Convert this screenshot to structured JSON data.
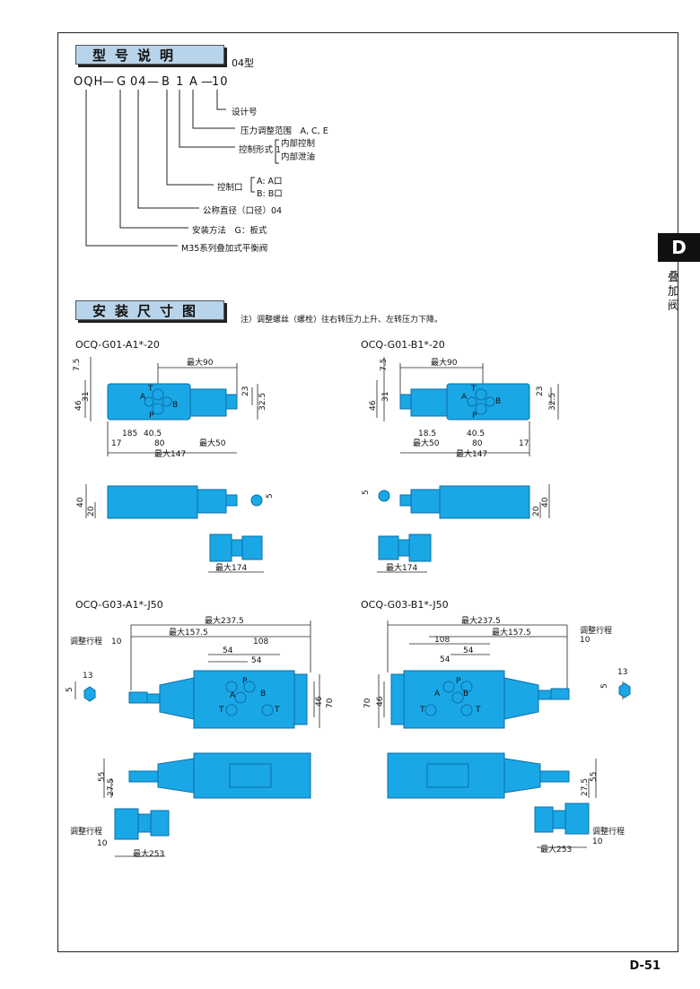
{
  "page": {
    "side_tab_letter": "D",
    "side_tab_text": "叠加阀",
    "page_number": "D-51"
  },
  "model": {
    "heading": "型号说明",
    "subtitle": "04型",
    "code_parts": [
      "OQH",
      "G",
      "04",
      "B",
      "1",
      "A",
      "10"
    ],
    "descriptions": [
      {
        "label": "设计号"
      },
      {
        "label": "压力调整范围　A, C, E"
      },
      {
        "label": "控制形式 1",
        "sub": [
          "内部控制",
          "内部泄油"
        ]
      },
      {
        "label": "控制口",
        "sub": [
          "A: A口",
          "B: B口"
        ]
      },
      {
        "label": "公称直径（口径）04"
      },
      {
        "label": "安装方法　G：板式"
      },
      {
        "label": "M35系列叠加式平衡阀"
      }
    ]
  },
  "install": {
    "heading": "安装尺寸图",
    "note": "注）调整螺丝（螺栓）往右转压力上升、左转压力下降。",
    "drawings": [
      {
        "title": "OCQ-G01-A1*-20",
        "dims": [
          "最大90",
          "7.5",
          "46",
          "31",
          "23",
          "32.5",
          "185",
          "40.5",
          "80",
          "最大50",
          "17",
          "最大147",
          "40",
          "20",
          "5",
          "最大174"
        ]
      },
      {
        "title": "OCQ-G01-B1*-20",
        "dims": [
          "最大90",
          "7.5",
          "46",
          "31",
          "23",
          "32.5",
          "18.5",
          "40.5",
          "最大50",
          "80",
          "17",
          "最大147",
          "5",
          "20",
          "40",
          "最大174"
        ]
      },
      {
        "title": "OCQ-G03-A1*-J50",
        "dims": [
          "最大237.5",
          "最大157.5",
          "调整行程",
          "10",
          "54",
          "108",
          "54",
          "13",
          "5",
          "46",
          "70",
          "55",
          "27.5",
          "最大253"
        ]
      },
      {
        "title": "OCQ-G03-B1*-J50",
        "dims": [
          "最大237.5",
          "最大157.5",
          "调整行程",
          "10",
          "108",
          "54",
          "54",
          "70",
          "46",
          "13",
          "5",
          "27.5",
          "55",
          "最大253"
        ]
      }
    ],
    "port_labels": {
      "t": "T",
      "a": "A",
      "b": "B",
      "p": "P"
    }
  },
  "colors": {
    "valve": "#1aa7e6",
    "valve_dark": "#0b6fa8",
    "heading_bg": "#b8d4ea"
  }
}
